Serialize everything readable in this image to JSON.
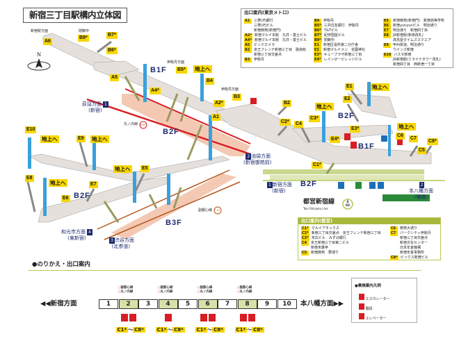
{
  "title": "新宿三丁目駅構内立体図",
  "metro_legend": {
    "heading": "出口案内(東京メトロ)",
    "col1": [
      {
        "k": "A1",
        "t": "三菱UFJ銀行"
      },
      {
        "k": "",
        "t": "三菱UFJビル"
      },
      {
        "k": "",
        "t": "新宿御苑(新宿門)"
      },
      {
        "k": "A2*",
        "t": "新宿マルイ本館　丸井・富士ビル"
      },
      {
        "k": "A4*",
        "t": "新宿マルイ本館　丸井・富士ビル"
      },
      {
        "k": "A5",
        "t": "ビックカメラ"
      },
      {
        "k": "B2",
        "t": "京王フレンテ新宿三丁目　融資館"
      },
      {
        "k": "",
        "t": "新宿三丁目交差点"
      },
      {
        "k": "B3",
        "t": "伊勢丹"
      }
    ],
    "col2": [
      {
        "k": "B4",
        "t": "伊勢丹"
      },
      {
        "k": "B5*",
        "t": "三井住友銀行　伊勢丹"
      },
      {
        "k": "B6*",
        "t": "T&Tビル"
      },
      {
        "k": "B7*",
        "t": "紀伊国屋ビル"
      },
      {
        "k": "B9*",
        "t": "閉鎖中"
      },
      {
        "k": "E1",
        "t": "新宿区役所第二分庁舎"
      },
      {
        "k": "E2",
        "t": "新宿マルイメン　花園神社"
      },
      {
        "k": "E3*",
        "t": "キューブラザ新宿三丁目"
      },
      {
        "k": "E4*",
        "t": "レインボービレッジビル"
      }
    ],
    "col3": [
      {
        "k": "E5",
        "t": "新宿御苑(新宿門)　新宿高等学校"
      },
      {
        "k": "E6",
        "t": "新宿yunyunビル　明治通り"
      },
      {
        "k": "E7",
        "t": "明治通り　新宿四丁目"
      },
      {
        "k": "E8",
        "t": "JR新宿駅(新南改札)"
      },
      {
        "k": "",
        "t": "高島屋タイムズスクエア"
      },
      {
        "k": "E9",
        "t": "甲州街道、明治通り"
      },
      {
        "k": "",
        "t": "ウインズ新宿"
      },
      {
        "k": "E10",
        "t": "バスタ新宿"
      },
      {
        "k": "",
        "t": "JR新宿駅(ミライナタワー改札)"
      },
      {
        "k": "",
        "t": "新宿四丁目　西新宿一丁目"
      }
    ]
  },
  "toei_legend": {
    "heading": "出口案内(都営)",
    "col1": [
      {
        "k": "C1*",
        "t": "マルイアネックス"
      },
      {
        "k": "C2*",
        "t": "新宿三丁目交差点　京王フレンテ新宿三丁目"
      },
      {
        "k": "C3*",
        "t": "末広ビル　みずほ銀行"
      },
      {
        "k": "C4",
        "t": "京王新宿三丁目第二ビル"
      },
      {
        "k": "",
        "t": "新宿末廣亭"
      },
      {
        "k": "C5",
        "t": "新宿御苑　要通り"
      }
    ],
    "col2": [
      {
        "k": "C6",
        "t": "御苑大通り"
      },
      {
        "k": "C7",
        "t": "パークシティ伊勢丹"
      },
      {
        "k": "",
        "t": "新宿三丁目交差点"
      },
      {
        "k": "",
        "t": "新宿文化センター"
      },
      {
        "k": "",
        "t": "日本年金機構"
      },
      {
        "k": "",
        "t": "新宿年金事務所"
      },
      {
        "k": "C8*",
        "t": "ビックス新宿ビル"
      }
    ]
  },
  "map": {
    "exits": [
      "A6",
      "B9*",
      "B7*",
      "B6*",
      "A5",
      "B5*",
      "B4",
      "A4*",
      "A2*",
      "A1",
      "B3",
      "B2",
      "E1",
      "E2",
      "C2*",
      "C4",
      "C3*",
      "E3*",
      "E4*",
      "C6",
      "C7",
      "C8*",
      "C5",
      "C1*",
      "E10",
      "E9",
      "E5",
      "E8",
      "E7",
      "E6"
    ],
    "to_ground": "地上へ",
    "floors": {
      "b1f": "B1F",
      "b2f": "B2F",
      "b3f": "B3F"
    },
    "closed": "閉鎖中",
    "shinjuku_station_dir": "新宿駅方面",
    "isetan_dir": "伊勢丹方面",
    "directions": [
      {
        "name": "荻窪方面",
        "num": "1",
        "sub": "(新宿)"
      },
      {
        "name": "池袋方面",
        "num": "2",
        "sub": "(新宿御苑前)"
      },
      {
        "name": "新宿方面",
        "num": "1",
        "sub": "(新宿)"
      },
      {
        "name": "本八幡方面",
        "num": "2",
        "sub": "(曙橋)"
      },
      {
        "name": "和光市方面",
        "num": "4",
        "sub": "(東新宿)"
      },
      {
        "name": "渋谷方面",
        "num": "3",
        "sub": "(北参道)"
      }
    ],
    "lines": {
      "toei": "都営新宿線",
      "toei_en": "Toei Shinjuku Line",
      "toei_code": "S 02",
      "marunouchi": "丸ノ内線",
      "marunouchi_code": "M 09",
      "fukutoshin": "副都心線",
      "fukutoshin_code": "F 13"
    },
    "compass": "N"
  },
  "transfer": {
    "heading": "●のりかえ・出口案内",
    "left": "◀◀新宿方面",
    "right": "本八幡方面▶▶",
    "cars": [
      "1",
      "2",
      "3",
      "4",
      "5",
      "6",
      "7",
      "8",
      "9",
      "10"
    ],
    "transfer_line1": "副都心線",
    "transfer_line2": "丸ノ内線",
    "exit_from": "C1*",
    "exit_to": "C8*",
    "tilde": "～"
  },
  "legend2": {
    "heading": "●乗換案内凡例",
    "items": [
      "エスカレーター",
      "階段",
      "エレベーター"
    ]
  },
  "colors": {
    "exit_badge": "#f7d600",
    "floor_text": "#1c2a6e",
    "marunouchi": "#d81e24",
    "fukutoshin": "#b5561c",
    "toei": "#b6c955",
    "elevator": "#3aa0dc"
  }
}
